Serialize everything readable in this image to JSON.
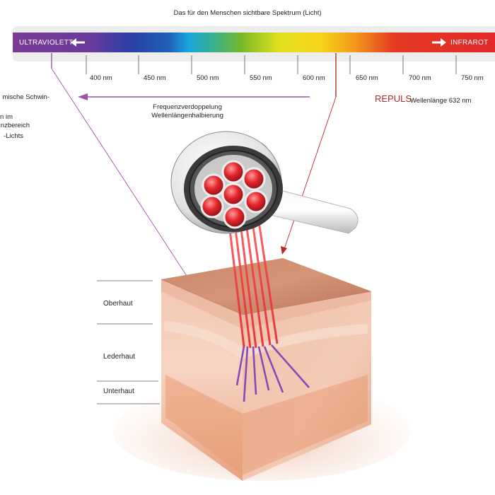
{
  "spectrum": {
    "title": "Das für den Menschen sichtbare Spektrum (Licht)",
    "uv_label": "ULTRAVIOLETT",
    "ir_label": "INFRAROT",
    "tick_labels": [
      "400 nm",
      "450 nm",
      "500 nm",
      "550 nm",
      "600 nm",
      "650 nm",
      "700 nm",
      "750 nm"
    ],
    "colors": {
      "uv": "#7b3a96",
      "blue": "#2b3fa6",
      "cyan": "#1aa6df",
      "green": "#5bb02f",
      "yellow": "#f2e51c",
      "orange": "#f39a1b",
      "red": "#e3262b"
    }
  },
  "annotations": {
    "frequency_line1": "Frequenzverdoppelung",
    "frequency_line2": "Wellenlängenhalbierung",
    "repuls": "REPULS",
    "wavelength": "Wellenlänge 632 nm",
    "left_partial": [
      "mische Schwin-",
      "n im",
      "nzbereich",
      "-Lichts"
    ]
  },
  "skin_layers": {
    "epidermis": "Oberhaut",
    "dermis": "Lederhaut",
    "subcutis": "Unterhaut"
  },
  "colors": {
    "purple_line": "#a052a6",
    "red_line": "#b42a26",
    "beam": "#e0202a",
    "skin": "#f3c7b0"
  }
}
